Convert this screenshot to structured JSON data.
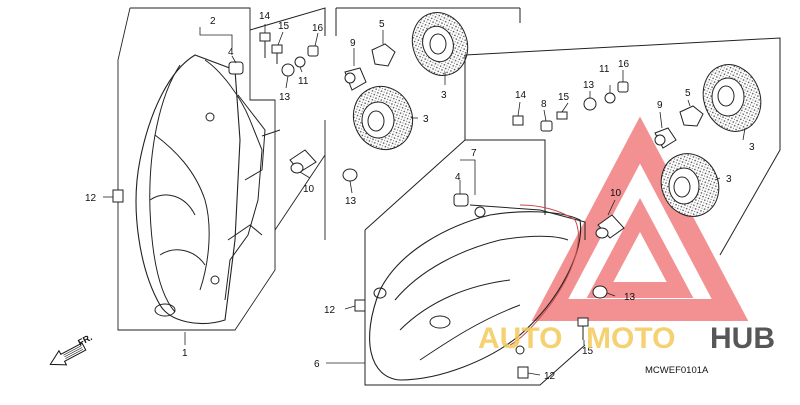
{
  "diagram": {
    "code": "MCWEF0101A",
    "direction_label": "FR.",
    "callouts": {
      "c1": "1",
      "c2": "2",
      "c3a": "3",
      "c3b": "3",
      "c3c": "3",
      "c3d": "3",
      "c4a": "4",
      "c4b": "4",
      "c5a": "5",
      "c5b": "5",
      "c6": "6",
      "c7": "7",
      "c8": "8",
      "c9a": "9",
      "c9b": "9",
      "c10a": "10",
      "c10b": "10",
      "c11a": "11",
      "c11b": "11",
      "c12a": "12",
      "c12b": "12",
      "c12c": "12",
      "c13a": "13",
      "c13b": "13",
      "c13c": "13",
      "c13d": "13",
      "c14a": "14",
      "c14b": "14",
      "c15a": "15",
      "c15b": "15",
      "c15c": "15",
      "c16a": "16",
      "c16b": "16"
    }
  },
  "watermark": {
    "part1": "AUTO",
    "part2": "MOTO",
    "part3": "HUB",
    "colors": {
      "triangle": "#e8373a",
      "gold": "#f4c95a",
      "dark": "#3a3a3a"
    }
  }
}
